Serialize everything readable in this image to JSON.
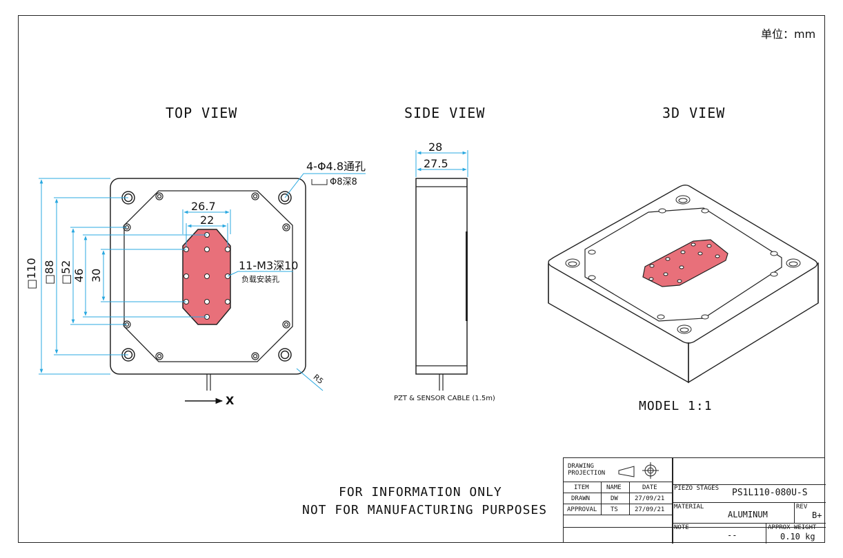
{
  "units": "单位：mm",
  "views": {
    "top": "TOP VIEW",
    "side": "SIDE VIEW",
    "iso": "3D VIEW",
    "model_scale": "MODEL 1:1"
  },
  "top_view": {
    "through_holes": "4-Φ4.8通孔",
    "counterbore": "Φ8深8",
    "dim_26_7": "26.7",
    "dim_22": "22",
    "dim_110": "□110",
    "dim_88": "□88",
    "dim_52": "□52",
    "dim_46": "46",
    "dim_30": "30",
    "load_holes": "11-M3深10",
    "load_holes_note": "负载安装孔",
    "corner_radius": "R5",
    "axis_x": "X"
  },
  "side_view": {
    "dim_28": "28",
    "dim_27_5": "27.5",
    "cable": "PZT & SENSOR CABLE (1.5m)"
  },
  "disclaimer": {
    "line1": "FOR INFORMATION ONLY",
    "line2": "NOT FOR MANUFACTURING PURPOSES"
  },
  "title_block": {
    "drawing_projection_1": "DRAWING",
    "drawing_projection_2": "PROJECTION",
    "col_item": "ITEM",
    "col_name": "NAME",
    "col_date": "DATE",
    "row1_item": "DRAWN",
    "row1_name": "DW",
    "row1_date": "27/09/21",
    "row2_item": "APPROVAL",
    "row2_name": "TS",
    "row2_date": "27/09/21",
    "category_label": "PIEZO STAGES",
    "part_number": "PS1L110-080U-S",
    "material_label": "MATERIAL",
    "material": "ALUMINUM",
    "rev_label": "REV",
    "rev": "B+",
    "note_label": "NOTE",
    "note": "--",
    "weight_label": "APPROX WEIGHT",
    "weight": "0.10 kg"
  },
  "colors": {
    "line": "#222222",
    "dimension": "#29a8e0",
    "load_plate": "#e8707a",
    "body": "#ffffff"
  }
}
